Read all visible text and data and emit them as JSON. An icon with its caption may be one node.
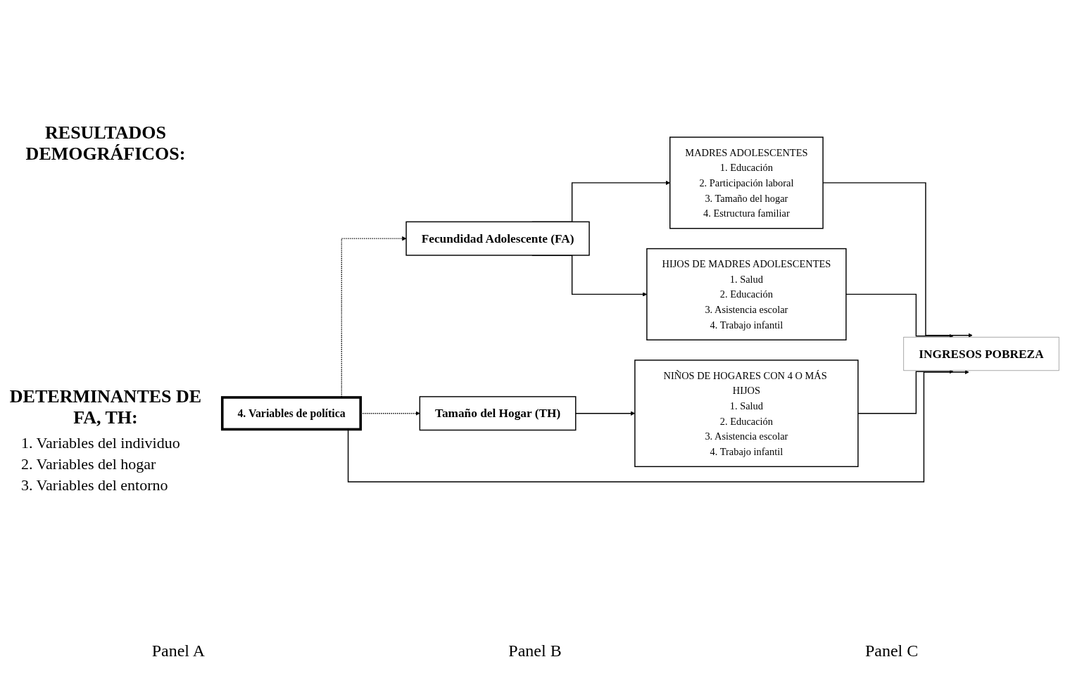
{
  "diagram": {
    "nodes": [
      {
        "text": [
          "Fecundidad Adolescente (FA)"
        ]
      },
      {
        "text": [
          "Tamaño del Hogar (TH)"
        ]
      },
      {
        "text": [
          "4. Variables de política"
        ]
      },
      {
        "text": [
          "MADRES ADOLESCENTES",
          "1. Educación",
          "2. Participación laboral",
          "3. Tamaño del hogar",
          "4. Estructura familiar"
        ]
      },
      {
        "text": [
          "HIJOS DE MADRES ADOLESCENTES",
          "1. Salud",
          "2. Educación",
          "3. Asistencia escolar",
          "4. Trabajo infantil"
        ]
      },
      {
        "text": [
          "NIÑOS DE HOGARES CON 4 O MÁS HIJOS",
          "1. Salud",
          "2. Educación",
          "3. Asistencia escolar",
          "4. Trabajo infantil"
        ]
      },
      {
        "text": [
          "INGRESOS POBREZA"
        ]
      }
    ],
    "edges": [
      {
        "from": 2,
        "to": 0,
        "arrow": "to",
        "style": "dashed"
      },
      {
        "from": 2,
        "to": 1,
        "arrow": "to",
        "style": "dashed"
      },
      {
        "from": 0,
        "to": 3,
        "arrow": "to"
      },
      {
        "from": 0,
        "to": 4,
        "arrow": "to"
      },
      {
        "from": 1,
        "to": 5,
        "arrow": "to"
      },
      {
        "from": 3,
        "to": 6,
        "arrow": "to"
      },
      {
        "from": 4,
        "to": 6,
        "arrow": "to"
      },
      {
        "from": 5,
        "to": 6,
        "arrow": "to"
      },
      {
        "from": 2,
        "to": 6,
        "arrow": "to"
      }
    ],
    "labels": [
      "RESULTADOS DEMOGRÁFICOS:",
      "DETERMINANTES DE FA, TH:",
      "1. Variables del individuo",
      "2. Variables del hogar",
      "3. Variables del entorno",
      "Panel A",
      "Panel B",
      "Panel C"
    ]
  }
}
